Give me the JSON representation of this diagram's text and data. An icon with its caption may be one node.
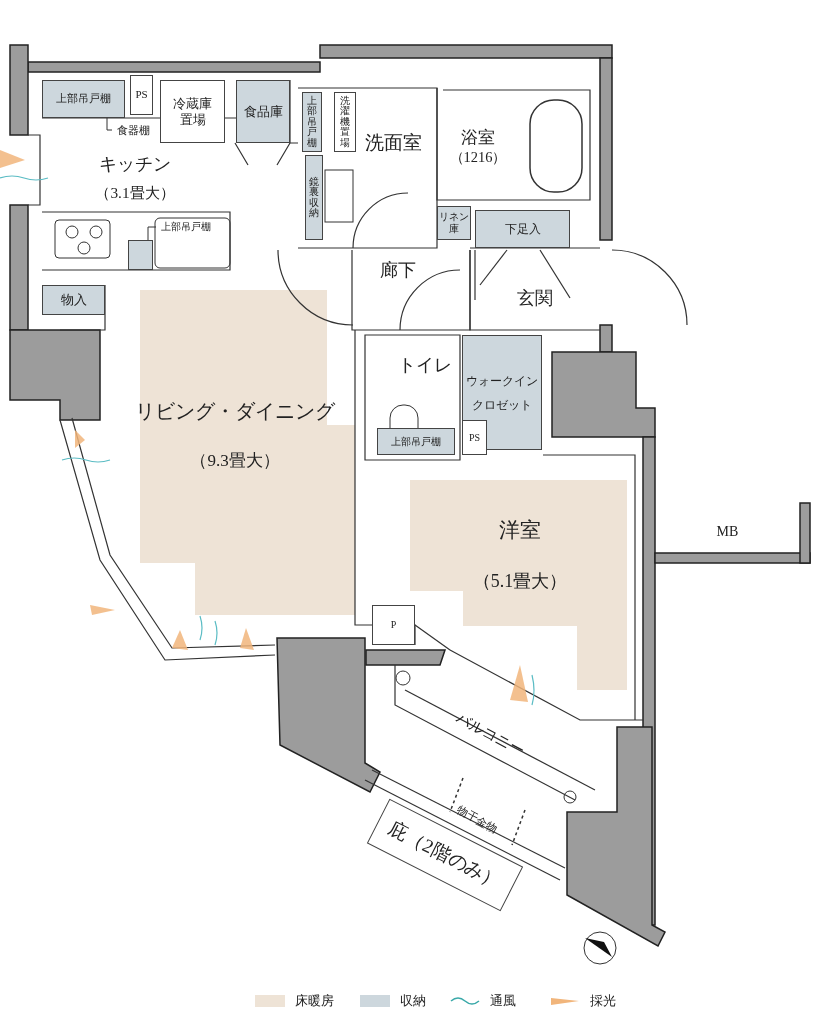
{
  "diagram": {
    "nodes": [
      {
        "text": [
          "上部吊戸棚"
        ]
      },
      {
        "text": [
          "PS"
        ]
      },
      {
        "text": [
          "冷蔵庫置場"
        ]
      },
      {
        "text": [
          "食品庫"
        ]
      },
      {
        "text": [
          "上部吊戸棚"
        ]
      },
      {
        "text": [
          "洗濯機置場"
        ]
      },
      {
        "text": [
          "洗面室"
        ]
      },
      {
        "text": [
          "浴室",
          "（1216）"
        ]
      },
      {
        "text": [
          "食器棚"
        ]
      },
      {
        "text": [
          "キッチン",
          "（3.1畳大）"
        ]
      },
      {
        "text": [
          "鏡裏収納"
        ]
      },
      {
        "text": [
          "上部吊戸棚"
        ]
      },
      {
        "text": [],
        "shape": "box"
      },
      {
        "text": [
          "リネン庫"
        ]
      },
      {
        "text": [
          "下足入"
        ]
      },
      {
        "text": [
          "物入"
        ]
      },
      {
        "text": [
          "廊下"
        ]
      },
      {
        "text": [
          "玄関"
        ]
      },
      {
        "text": [
          "トイレ"
        ]
      },
      {
        "text": [
          "ウォークインクロゼット"
        ]
      },
      {
        "text": [
          "上部吊戸棚"
        ]
      },
      {
        "text": [
          "PS"
        ]
      },
      {
        "text": [
          "リビング・ダイニング",
          "（9.3畳大）"
        ]
      },
      {
        "text": [
          "MB"
        ]
      },
      {
        "text": [
          "洋室",
          "（5.1畳大）"
        ]
      },
      {
        "text": [
          "P"
        ]
      },
      {
        "text": [
          "バルコニー"
        ]
      },
      {
        "text": [
          "庇（2階のみ）"
        ]
      }
    ],
    "edges": [
      {
        "from": 8,
        "to": 0,
        "arrow": "none"
      },
      {
        "from": 11,
        "to": 12,
        "arrow": "none"
      }
    ],
    "labels": [
      "物干金物"
    ],
    "legend": [
      {
        "text": "床暖房",
        "color": "#eee3d6"
      },
      {
        "text": "収納",
        "color": "#cdd7dd"
      },
      {
        "text": "通風"
      },
      {
        "text": "採光"
      }
    ]
  }
}
